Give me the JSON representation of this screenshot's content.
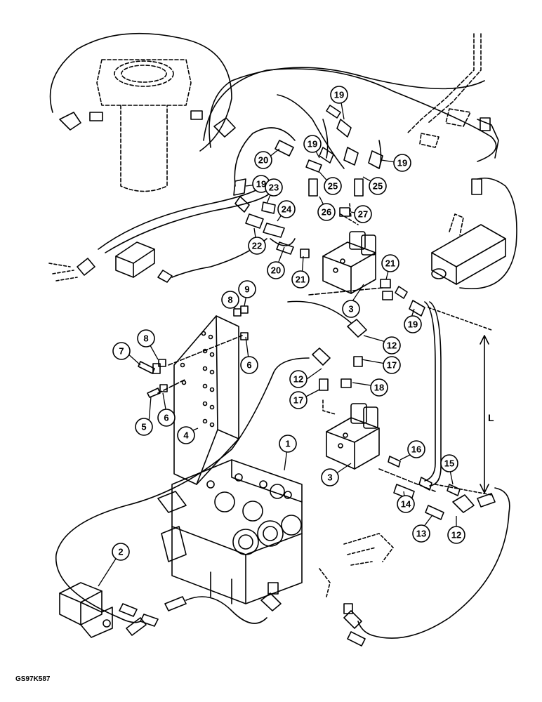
{
  "drawing_ref": "GS97K587",
  "dimension_label": "L",
  "callouts": [
    {
      "id": "c1",
      "label": "1"
    },
    {
      "id": "c2",
      "label": "2"
    },
    {
      "id": "c3a",
      "label": "3"
    },
    {
      "id": "c3b",
      "label": "3"
    },
    {
      "id": "c4",
      "label": "4"
    },
    {
      "id": "c5",
      "label": "5"
    },
    {
      "id": "c6a",
      "label": "6"
    },
    {
      "id": "c6b",
      "label": "6"
    },
    {
      "id": "c7",
      "label": "7"
    },
    {
      "id": "c8a",
      "label": "8"
    },
    {
      "id": "c8b",
      "label": "8"
    },
    {
      "id": "c9",
      "label": "9"
    },
    {
      "id": "c12a",
      "label": "12"
    },
    {
      "id": "c12b",
      "label": "12"
    },
    {
      "id": "c12c",
      "label": "12"
    },
    {
      "id": "c13",
      "label": "13"
    },
    {
      "id": "c14",
      "label": "14"
    },
    {
      "id": "c15",
      "label": "15"
    },
    {
      "id": "c16",
      "label": "16"
    },
    {
      "id": "c17a",
      "label": "17"
    },
    {
      "id": "c17b",
      "label": "17"
    },
    {
      "id": "c18",
      "label": "18"
    },
    {
      "id": "c19a",
      "label": "19"
    },
    {
      "id": "c19b",
      "label": "19"
    },
    {
      "id": "c19c",
      "label": "19"
    },
    {
      "id": "c19d",
      "label": "19"
    },
    {
      "id": "c19e",
      "label": "19"
    },
    {
      "id": "c20a",
      "label": "20"
    },
    {
      "id": "c20b",
      "label": "20"
    },
    {
      "id": "c21a",
      "label": "21"
    },
    {
      "id": "c21b",
      "label": "21"
    },
    {
      "id": "c22",
      "label": "22"
    },
    {
      "id": "c23",
      "label": "23"
    },
    {
      "id": "c24",
      "label": "24"
    },
    {
      "id": "c25a",
      "label": "25"
    },
    {
      "id": "c25b",
      "label": "25"
    },
    {
      "id": "c26",
      "label": "26"
    },
    {
      "id": "c27",
      "label": "27"
    }
  ]
}
